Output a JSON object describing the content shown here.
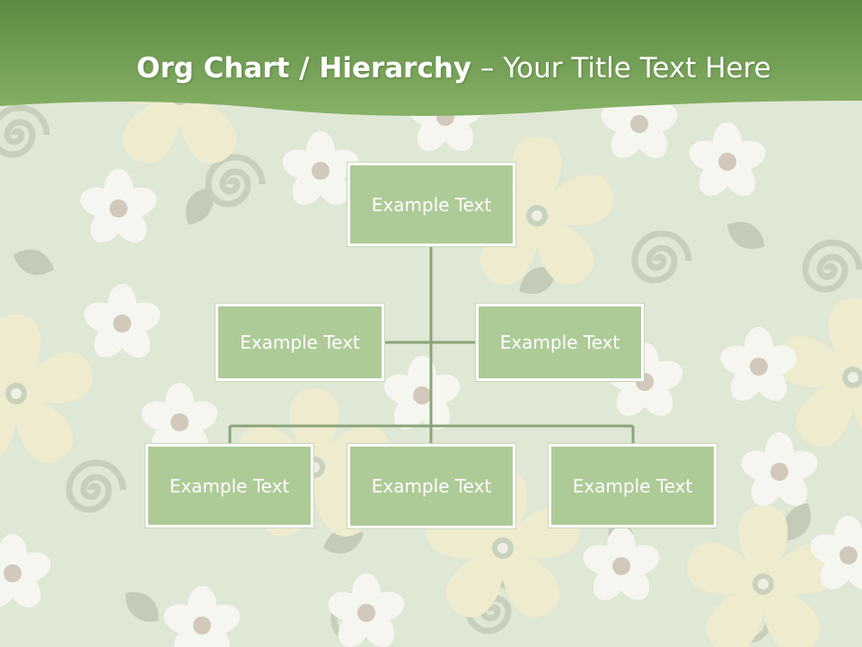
{
  "title": {
    "bold": "Org Chart / Hierarchy",
    "separator": "–",
    "subtitle": "Your Title Text Here"
  },
  "colors": {
    "banner": "#6e9a4f",
    "background": "#dfe7d5",
    "node_fill": "#aecb97",
    "node_border": "#ffffff",
    "connector": "#8aa47a"
  },
  "nodes": {
    "root": "Example Text",
    "assistant_left": "Example Text",
    "assistant_right": "Example Text",
    "child_1": "Example Text",
    "child_2": "Example Text",
    "child_3": "Example Text"
  }
}
